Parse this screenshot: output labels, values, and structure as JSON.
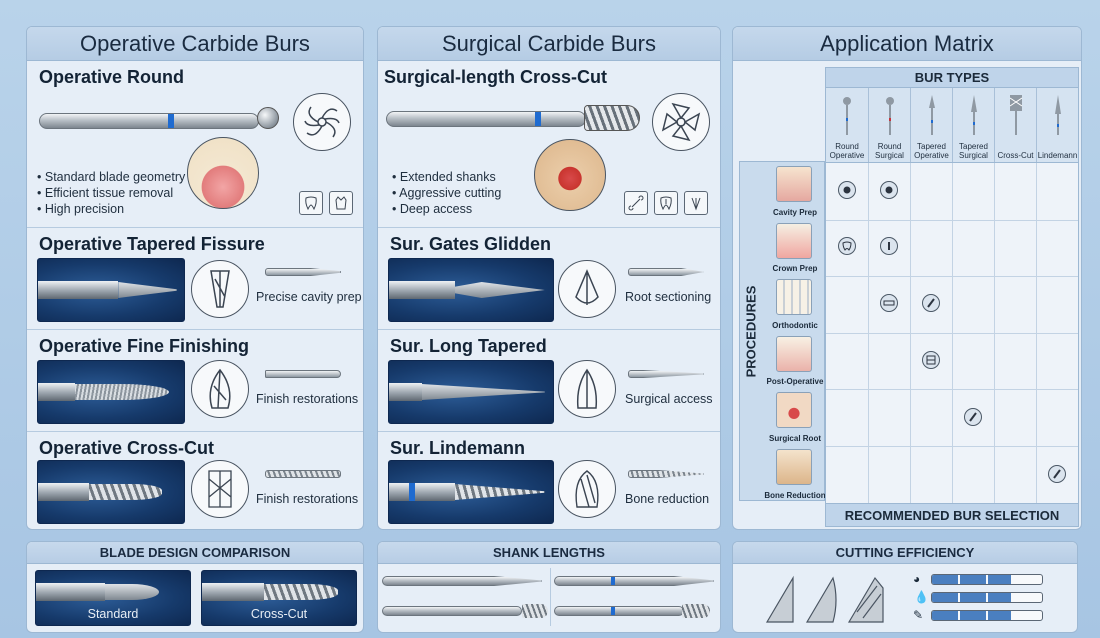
{
  "operative": {
    "title": "Operative Carbide Burs",
    "round": {
      "title": "Operative Round",
      "bullets": [
        "Standard blade geometry",
        "Efficient tissue removal",
        "High precision"
      ]
    },
    "tapered": {
      "title": "Operative Tapered Fissure",
      "desc": "Precise cavity prep"
    },
    "fine": {
      "title": "Operative Fine Finishing",
      "desc": "Finish restorations"
    },
    "crosscut": {
      "title": "Operative Cross-Cut",
      "desc": "Finish restorations"
    }
  },
  "surgical": {
    "title": "Surgical Carbide Burs",
    "crosscut": {
      "title": "Surgical-length Cross-Cut",
      "bullets": [
        "Extended shanks",
        "Aggressive cutting",
        "Deep access"
      ]
    },
    "gates": {
      "title": "Sur. Gates Glidden",
      "desc": "Root sectioning"
    },
    "long": {
      "title": "Sur. Long Tapered",
      "desc": "Surgical access"
    },
    "lindemann": {
      "title": "Sur. Lindemann",
      "desc": "Bone reduction"
    }
  },
  "matrix": {
    "title": "Application Matrix",
    "types_head": "BUR TYPES",
    "types": [
      "Round Operative",
      "Round Surgical",
      "Tapered Operative",
      "Tapered Surgical",
      "Cross-Cut",
      "Lindemann"
    ],
    "procedures_label": "PROCEDURES",
    "procedures": [
      "Cavity Prep",
      "Crown Prep",
      "Orthodontic",
      "Post-Operative",
      "Surgical Root",
      "Bone Reduction"
    ],
    "footer": "RECOMMENDED BUR SELECTION"
  },
  "blade": {
    "title": "BLADE DESIGN COMPARISON",
    "standard": "Standard",
    "crosscut": "Cross-Cut"
  },
  "shank": {
    "title": "SHANK LENGTHS"
  },
  "efficiency": {
    "title": "CUTTING EFFICIENCY",
    "levels": [
      0.72,
      0.72,
      0.72
    ]
  },
  "colors": {
    "accent": "#1f6bd0",
    "surgical_band": "#c8323a",
    "panel": "#e6eef7",
    "header": "#b5cce4"
  }
}
